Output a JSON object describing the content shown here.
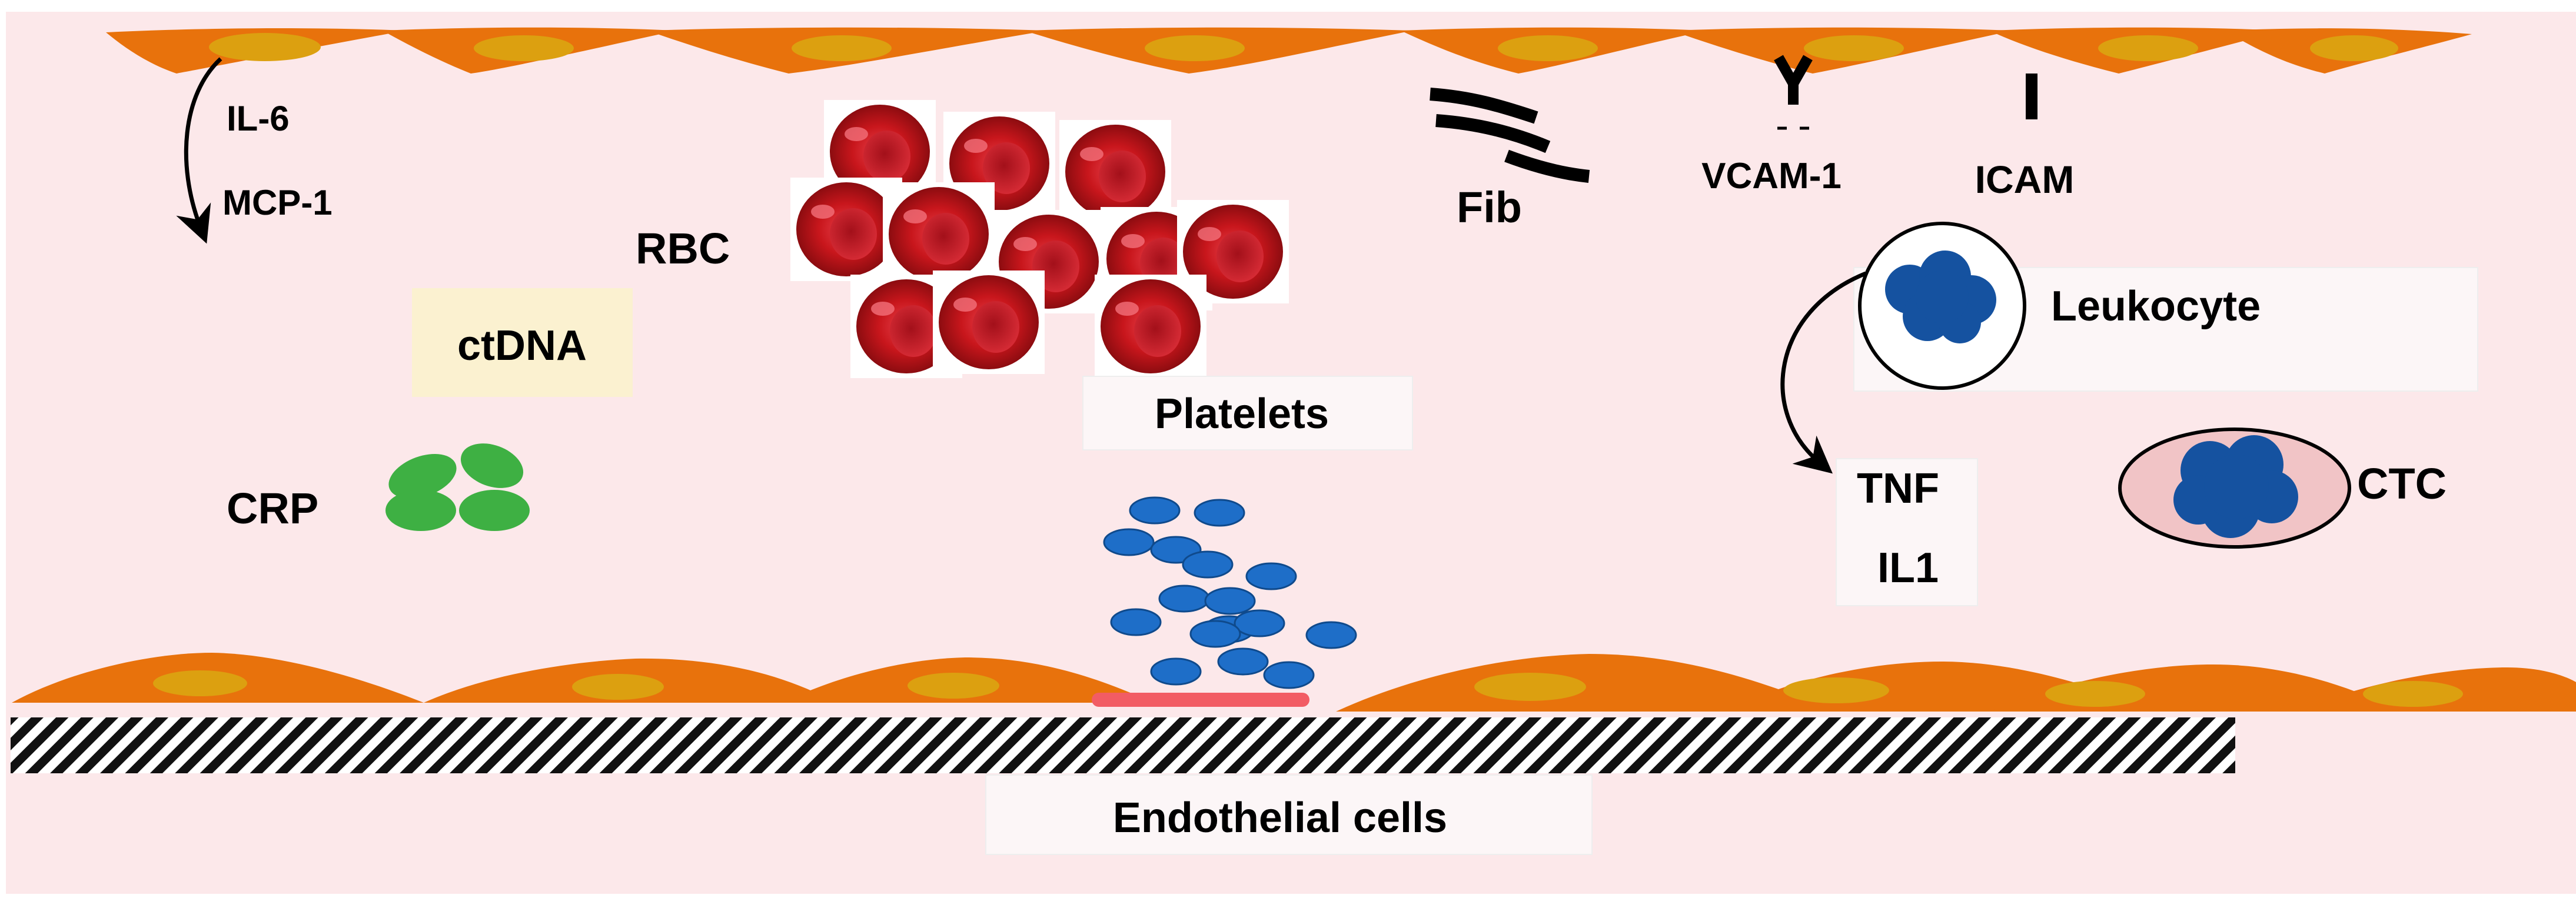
{
  "labels": {
    "il6": "IL-6",
    "mcp1": "MCP-1",
    "rbc": "RBC",
    "ctdna": "ctDNA",
    "crp": "CRP",
    "platelets": "Platelets",
    "fib": "Fib",
    "vcam1": "VCAM-1",
    "icam": "ICAM",
    "leukocyte": "Leukocyte",
    "tnf": "TNF",
    "il1": "IL1",
    "ctc": "CTC",
    "endothelial": "Endothelial cells"
  },
  "colors": {
    "vessel_lumen": "#fce8ea",
    "endothelial_cell": "#e8720c",
    "endothelial_nucleus": "#dca010",
    "rbc": "#c8161c",
    "rbc_highlight": "#f2707a",
    "platelet": "#1e6ec8",
    "crp": "#3eb043",
    "ctdna_box": "#fbf1d0",
    "nucleus": "#1552a0",
    "ctc_cell": "#f1c4c6",
    "injury_site": "#f25c64",
    "basement_membrane": "#111111"
  },
  "icons": {
    "vcam_receptor": "y-shaped-receptor-icon",
    "icam_receptor": "bar-receptor-icon",
    "fibrinogen": "fibrin-strand-icon"
  }
}
